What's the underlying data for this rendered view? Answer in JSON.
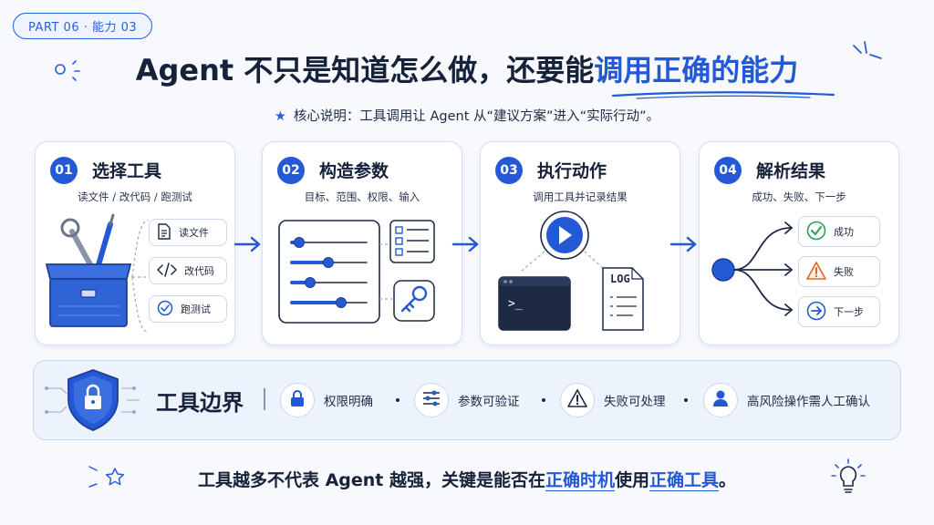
{
  "badge": "PART 06 · 能力 03",
  "title": {
    "prefix": "Agent 不只是知道怎么做，还要能",
    "highlight": "调用正确的能力"
  },
  "subtitle": "核心说明：工具调用让 Agent 从“建议方案”进入“实际行动”。",
  "colors": {
    "accent": "#2459d6",
    "success": "#2e9e57",
    "warning": "#e0661f",
    "text": "#16213a"
  },
  "steps": [
    {
      "num": "01",
      "title": "选择工具",
      "subtitle": "读文件 / 改代码 / 跑测试",
      "tools": [
        {
          "label": "读文件",
          "icon": "document-icon"
        },
        {
          "label": "改代码",
          "icon": "code-icon"
        },
        {
          "label": "跑测试",
          "icon": "check-circle-icon"
        }
      ]
    },
    {
      "num": "02",
      "title": "构造参数",
      "subtitle": "目标、范围、权限、输入"
    },
    {
      "num": "03",
      "title": "执行动作",
      "subtitle": "调用工具并记录结果",
      "log_label": "LOG",
      "terminal_prompt": ">_"
    },
    {
      "num": "04",
      "title": "解析结果",
      "subtitle": "成功、失败、下一步",
      "results": [
        {
          "label": "成功",
          "icon": "check-icon"
        },
        {
          "label": "失败",
          "icon": "warning-icon"
        },
        {
          "label": "下一步",
          "icon": "arrow-right-icon"
        }
      ]
    }
  ],
  "boundaries": {
    "title": "工具边界",
    "items": [
      {
        "label": "权限明确",
        "icon": "lock-icon"
      },
      {
        "label": "参数可验证",
        "icon": "sliders-icon"
      },
      {
        "label": "失败可处理",
        "icon": "warning-icon"
      },
      {
        "label": "高风险操作需人工确认",
        "icon": "person-icon"
      }
    ]
  },
  "footer": {
    "part1": "工具越多不代表 Agent 越强，关键是能否在",
    "hl1": "正确时机",
    "part2": "使用",
    "hl2": "正确工具",
    "part3": "。"
  }
}
